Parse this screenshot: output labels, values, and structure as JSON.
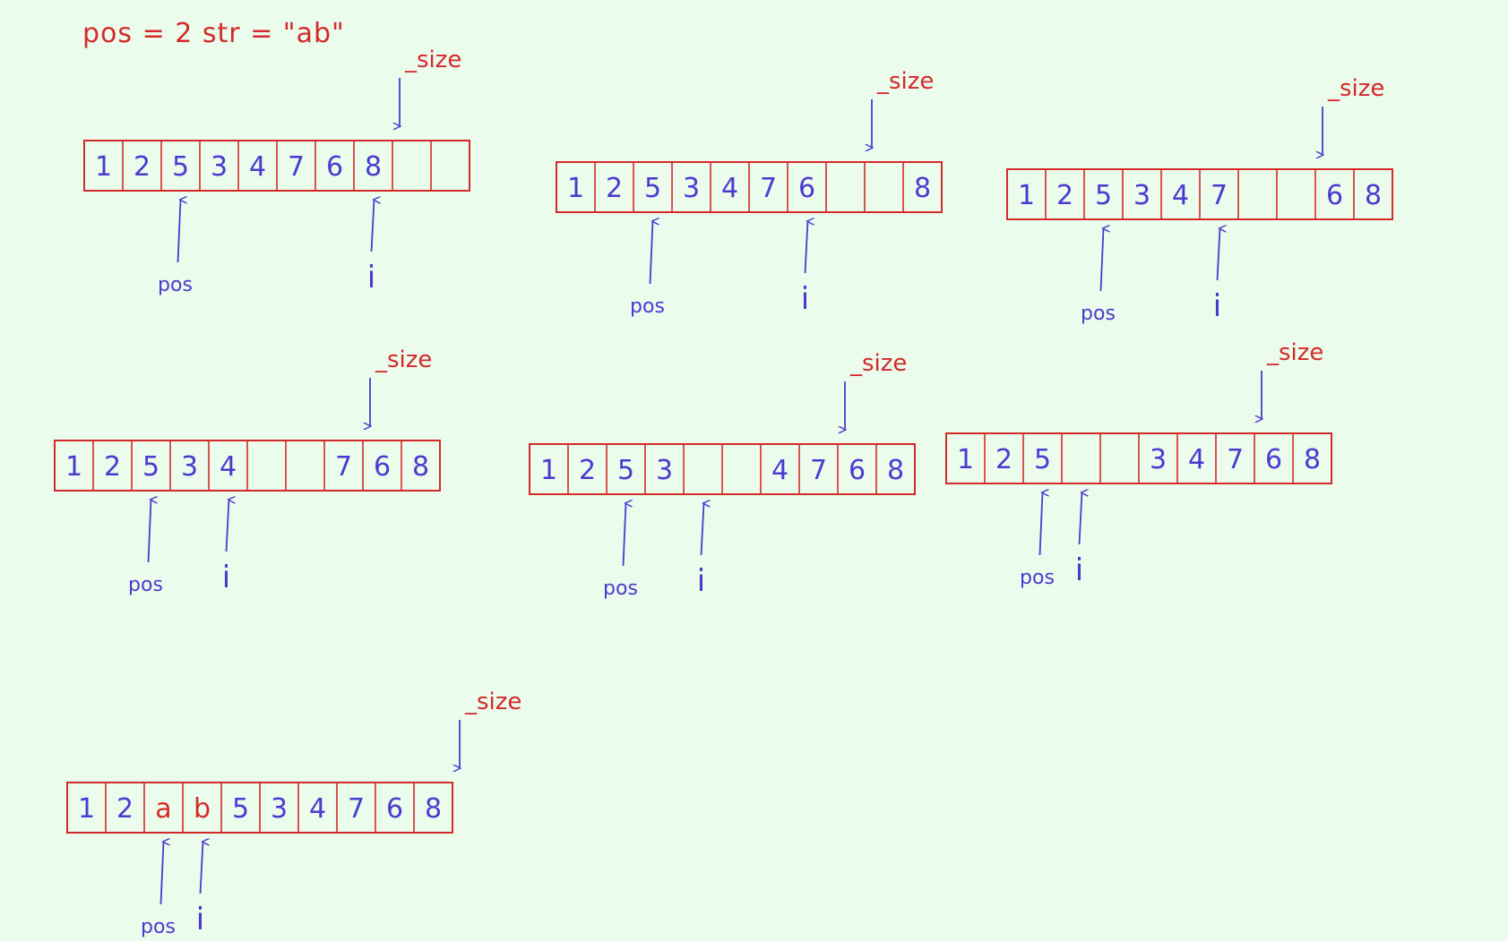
{
  "header": {
    "text": "pos = 2 str = \"ab\""
  },
  "labels": {
    "pos": "pos",
    "i": "i",
    "size": "_size"
  },
  "colors": {
    "background": "#ebfbec",
    "box": "#d42a2a",
    "ink": "#4a3bd0",
    "inserted": "#d42a2a"
  },
  "arrays": [
    {
      "cells": [
        "1",
        "2",
        "5",
        "3",
        "4",
        "7",
        "6",
        "8",
        "",
        ""
      ],
      "pos_index": 2,
      "i_index": 7,
      "size_index": 8,
      "highlight": []
    },
    {
      "cells": [
        "1",
        "2",
        "5",
        "3",
        "4",
        "7",
        "6",
        "",
        "",
        "8"
      ],
      "pos_index": 2,
      "i_index": 6,
      "size_index": 8,
      "highlight": []
    },
    {
      "cells": [
        "1",
        "2",
        "5",
        "3",
        "4",
        "7",
        "",
        "",
        "6",
        "8"
      ],
      "pos_index": 2,
      "i_index": 5,
      "size_index": 8,
      "highlight": []
    },
    {
      "cells": [
        "1",
        "2",
        "5",
        "3",
        "4",
        "",
        "",
        "7",
        "6",
        "8"
      ],
      "pos_index": 2,
      "i_index": 4,
      "size_index": 8,
      "highlight": []
    },
    {
      "cells": [
        "1",
        "2",
        "5",
        "3",
        "",
        "",
        "4",
        "7",
        "6",
        "8"
      ],
      "pos_index": 2,
      "i_index": 4,
      "size_index": 8,
      "highlight": []
    },
    {
      "cells": [
        "1",
        "2",
        "5",
        "",
        "",
        "3",
        "4",
        "7",
        "6",
        "8"
      ],
      "pos_index": 2,
      "i_index": 3,
      "size_index": 8,
      "highlight": []
    },
    {
      "cells": [
        "1",
        "2",
        "a",
        "b",
        "5",
        "3",
        "4",
        "7",
        "6",
        "8"
      ],
      "pos_index": 2,
      "i_index": 3,
      "size_index": 10,
      "highlight": [
        2,
        3
      ]
    }
  ]
}
